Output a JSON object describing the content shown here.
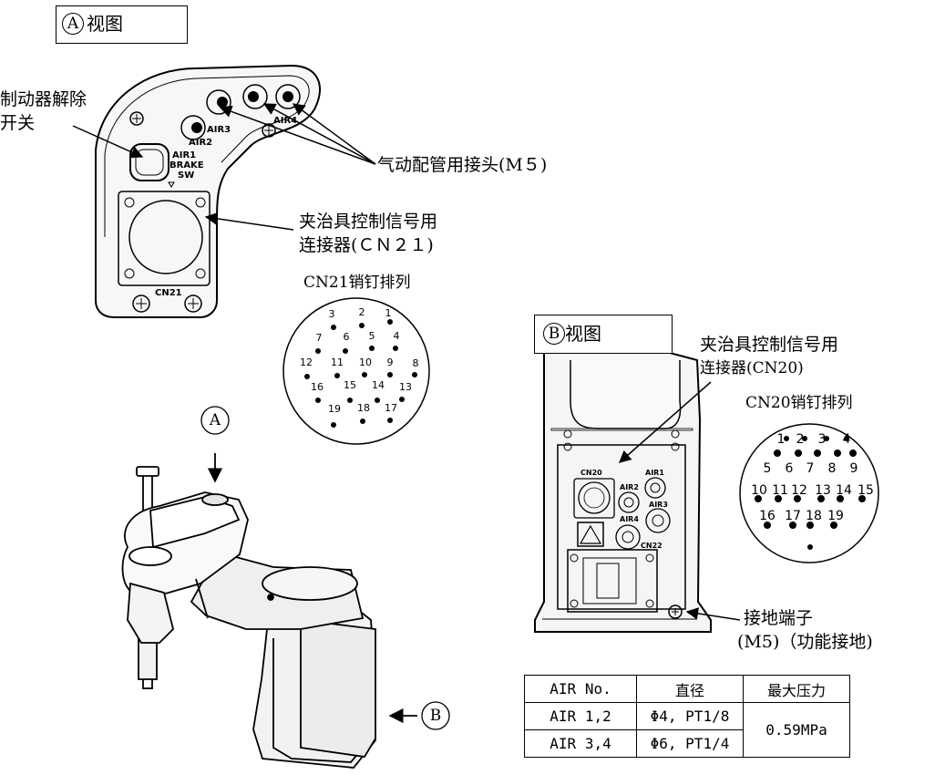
{
  "view_a": {
    "mark": "A",
    "title": "视图",
    "brake_label_1": "制动器解除",
    "brake_label_2": "开关",
    "pneumatic_label": "气动配管用接头(M５)",
    "connector_label_1": "夹治具控制信号用",
    "connector_label_2": "连接器(ＣＮ２１)",
    "pinout_title": "CN21销钉排列",
    "panel_text": [
      "AIR3",
      "AIR4",
      "AIR2",
      "AIR1",
      "BRAKE",
      "SW",
      "CN21"
    ],
    "pins": [
      "1",
      "2",
      "3",
      "4",
      "5",
      "6",
      "7",
      "8",
      "9",
      "10",
      "11",
      "12",
      "13",
      "14",
      "15",
      "16",
      "17",
      "18",
      "19"
    ]
  },
  "view_b": {
    "mark": "B",
    "title": "视图",
    "connector_label_1": "夹治具控制信号用",
    "connector_label_2": "连接器(CN20)",
    "pinout_title": "CN20销钉排列",
    "ground_label_1": "接地端子",
    "ground_label_2": "(M5)（功能接地)",
    "panel_text": [
      "CN20",
      "AIR1",
      "AIR2",
      "AIR3",
      "AIR4",
      "CN22"
    ],
    "pins": [
      "1",
      "2",
      "3",
      "4",
      "5",
      "6",
      "7",
      "8",
      "9",
      "10",
      "11",
      "12",
      "13",
      "14",
      "15",
      "16",
      "17",
      "18",
      "19"
    ]
  },
  "robot_markers": [
    "A",
    "B"
  ],
  "spec_table": {
    "headers": [
      "AIR No.",
      "直径",
      "最大压力"
    ],
    "rows": [
      {
        "air": "AIR 1,2",
        "diameter": "Φ4, PT1/8"
      },
      {
        "air": "AIR 3,4",
        "diameter": "Φ6, PT1/4"
      }
    ],
    "max_pressure": "0.59MPa"
  }
}
